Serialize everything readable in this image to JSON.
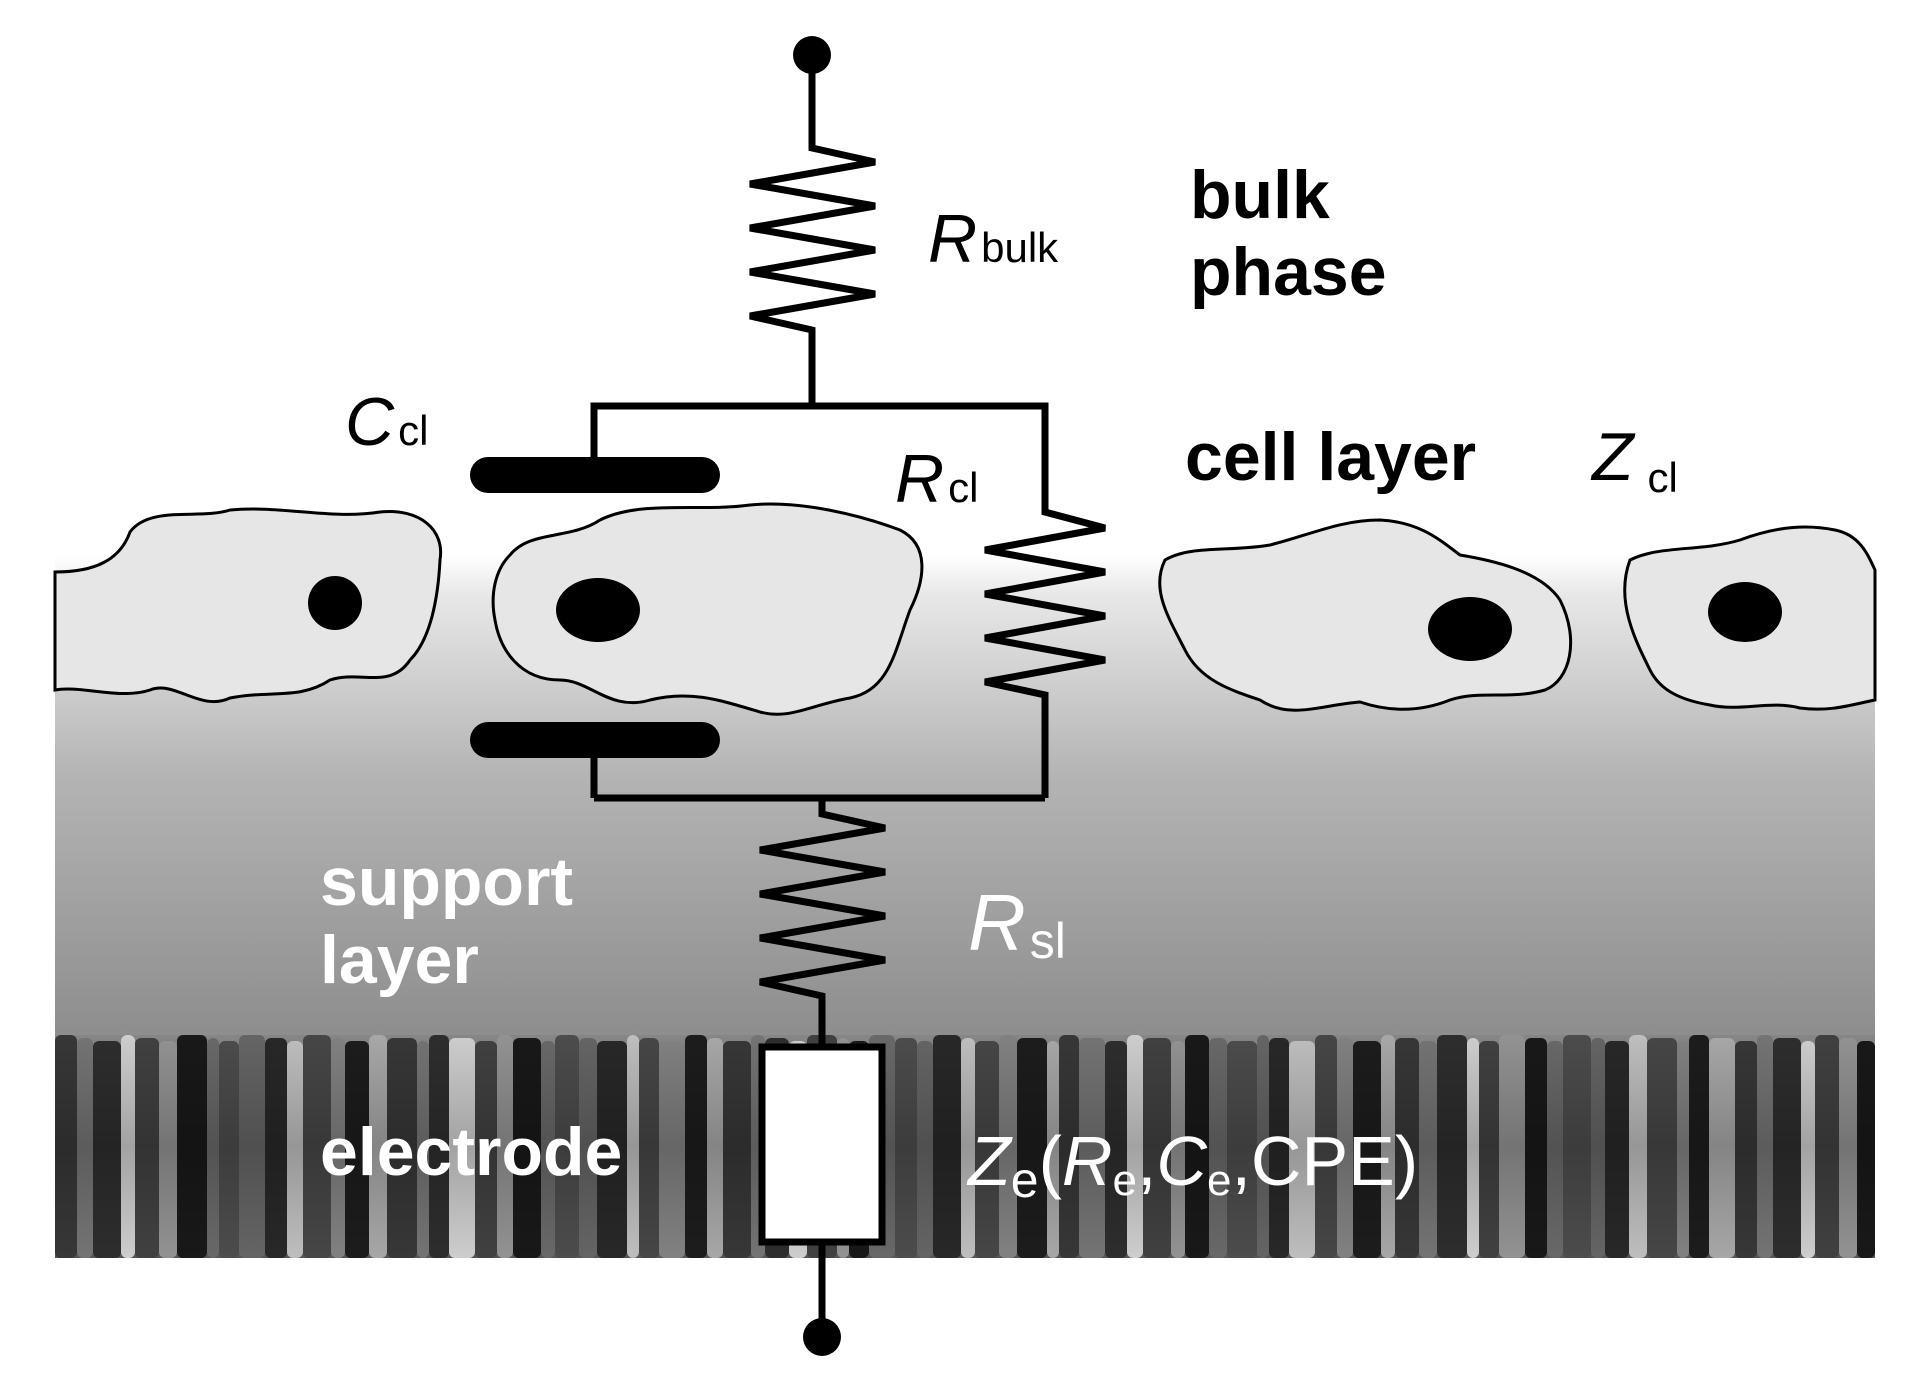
{
  "labels": {
    "r_bulk": {
      "symbol": "R",
      "sub": "bulk"
    },
    "bulk_phase": [
      "bulk",
      "phase"
    ],
    "c_cl": {
      "symbol": "C",
      "sub": "cl"
    },
    "r_cl": {
      "symbol": "R",
      "sub": "cl"
    },
    "cell_layer": "cell layer",
    "z_cl": {
      "symbol": "Z",
      "sub": "cl"
    },
    "support_layer": [
      "support",
      "layer"
    ],
    "r_sl": {
      "symbol": "R",
      "sub": "sl"
    },
    "electrode": "electrode",
    "z_e": {
      "symbol": "Z",
      "sub": "e",
      "open": "(",
      "r_symbol": "R",
      "r_sub": "e",
      "sep1": ",",
      "c_symbol": "C",
      "c_sub": "e",
      "sep2": ",",
      "cpe": "CPE",
      "close": ")"
    }
  },
  "colors": {
    "line": "#000000",
    "cell_fill": "#e6e6e6",
    "nucleus": "#000000",
    "support_top": "#e8e8e8",
    "support_bottom": "#8c8c8c",
    "electrode_base": "#5a5a5a",
    "white_text": "#ffffff",
    "dark_text": "#000000"
  },
  "electrode_stripe_shades": [
    "#3a3a3a",
    "#6e6e6e",
    "#1e1e1e",
    "#9a9a9a",
    "#4a4a4a",
    "#d8d8d8",
    "#2a2a2a",
    "#7a7a7a",
    "#505050",
    "#b0b0b0",
    "#1a1a1a",
    "#888888",
    "#444444",
    "#c8c8c8",
    "#303030",
    "#6a6a6a"
  ]
}
